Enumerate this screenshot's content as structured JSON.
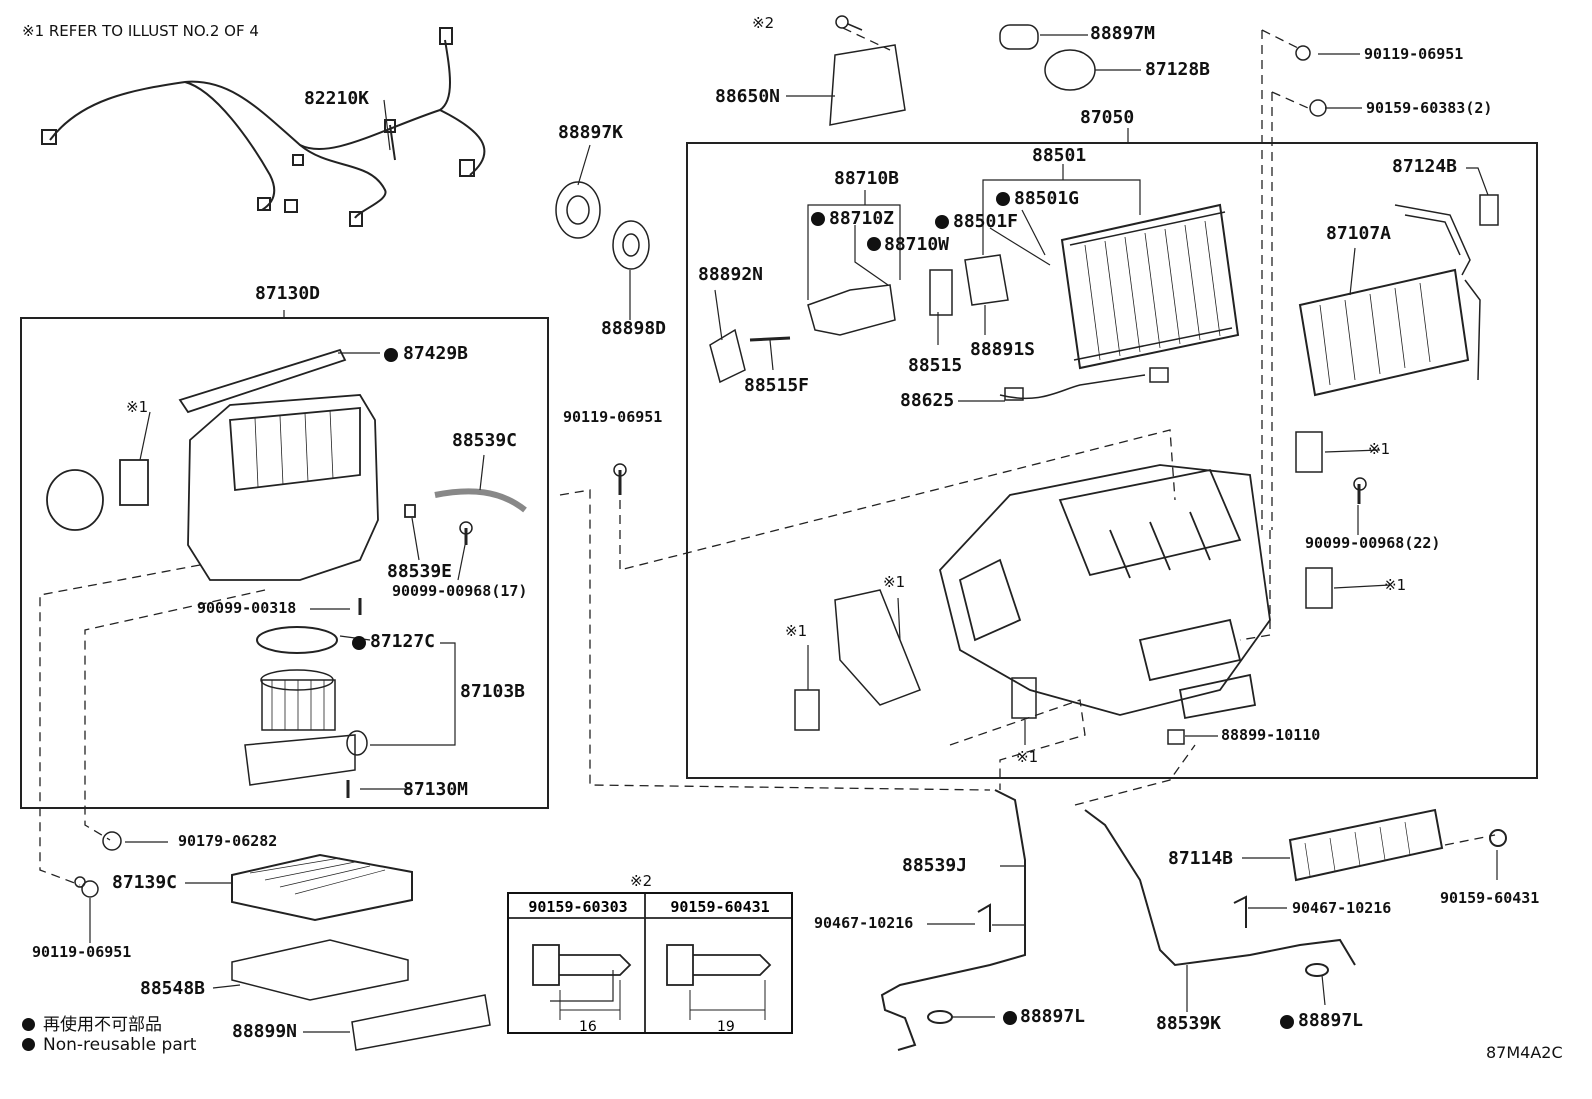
{
  "header_note": "※1 REFER TO ILLUST NO.2 OF 4",
  "diagram_code": "87M4A2C",
  "legend": {
    "jp": "再使用不可部品",
    "en": "Non-reusable part"
  },
  "table": {
    "mark": "※2",
    "col1_part": "90159-60303",
    "col2_part": "90159-60431",
    "col1_dim": "16",
    "col2_dim": "19"
  },
  "refs": {
    "r1": "※1",
    "r2": "※2"
  },
  "parts": {
    "p82210K": "82210K",
    "p88650N": "88650N",
    "p88897M": "88897M",
    "p87128B": "87128B",
    "p90119_06951_a": "90119-06951",
    "p90159_60383": "90159-60383(2)",
    "p87050": "87050",
    "p88897K": "88897K",
    "p88898D": "88898D",
    "p88501": "88501",
    "p88501G": "88501G",
    "p88501F": "88501F",
    "p88710B": "88710B",
    "p88710Z": "88710Z",
    "p88710W": "88710W",
    "p88892N": "88892N",
    "p88515F": "88515F",
    "p88515": "88515",
    "p88891S": "88891S",
    "p88625": "88625",
    "p87124B": "87124B",
    "p87107A": "87107A",
    "p87130D": "87130D",
    "p87429B": "87429B",
    "p88539C": "88539C",
    "p88539E": "88539E",
    "p90099_00968_17": "90099-00968(17)",
    "p90119_06951_b": "90119-06951",
    "p90099_00318": "90099-00318",
    "p87127C": "87127C",
    "p87103B": "87103B",
    "p87130M": "87130M",
    "p90099_00968_22": "90099-00968(22)",
    "p88899_10110": "88899-10110",
    "p90179_06282": "90179-06282",
    "p87139C": "87139C",
    "p90119_06951_c": "90119-06951",
    "p88548B": "88548B",
    "p88899N": "88899N",
    "p88539J": "88539J",
    "p90467_10216_a": "90467-10216",
    "p88897L_a": "88897L",
    "p87114B": "87114B",
    "p90159_60431": "90159-60431",
    "p90467_10216_b": "90467-10216",
    "p88539K": "88539K",
    "p88897L_b": "88897L"
  }
}
